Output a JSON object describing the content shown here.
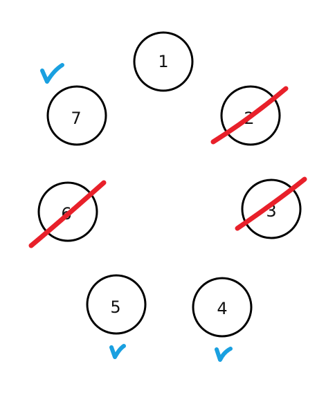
{
  "nodes": [
    {
      "id": "1",
      "label": "1",
      "crossed": false,
      "checked": false
    },
    {
      "id": "2",
      "label": "2",
      "crossed": true,
      "checked": false
    },
    {
      "id": "3",
      "label": "3",
      "crossed": true,
      "checked": false
    },
    {
      "id": "4",
      "label": "4",
      "crossed": false,
      "checked": true
    },
    {
      "id": "5",
      "label": "5",
      "crossed": false,
      "checked": true
    },
    {
      "id": "6",
      "label": "6",
      "crossed": true,
      "checked": false
    },
    {
      "id": "7",
      "label": "7",
      "crossed": false,
      "checked": true
    }
  ],
  "colors": {
    "strike": "#e8202a",
    "check": "#1aa0e0",
    "circle_stroke": "#000000"
  },
  "icons": {
    "strike": "red-strikethrough-line",
    "check": "blue-check-mark"
  }
}
